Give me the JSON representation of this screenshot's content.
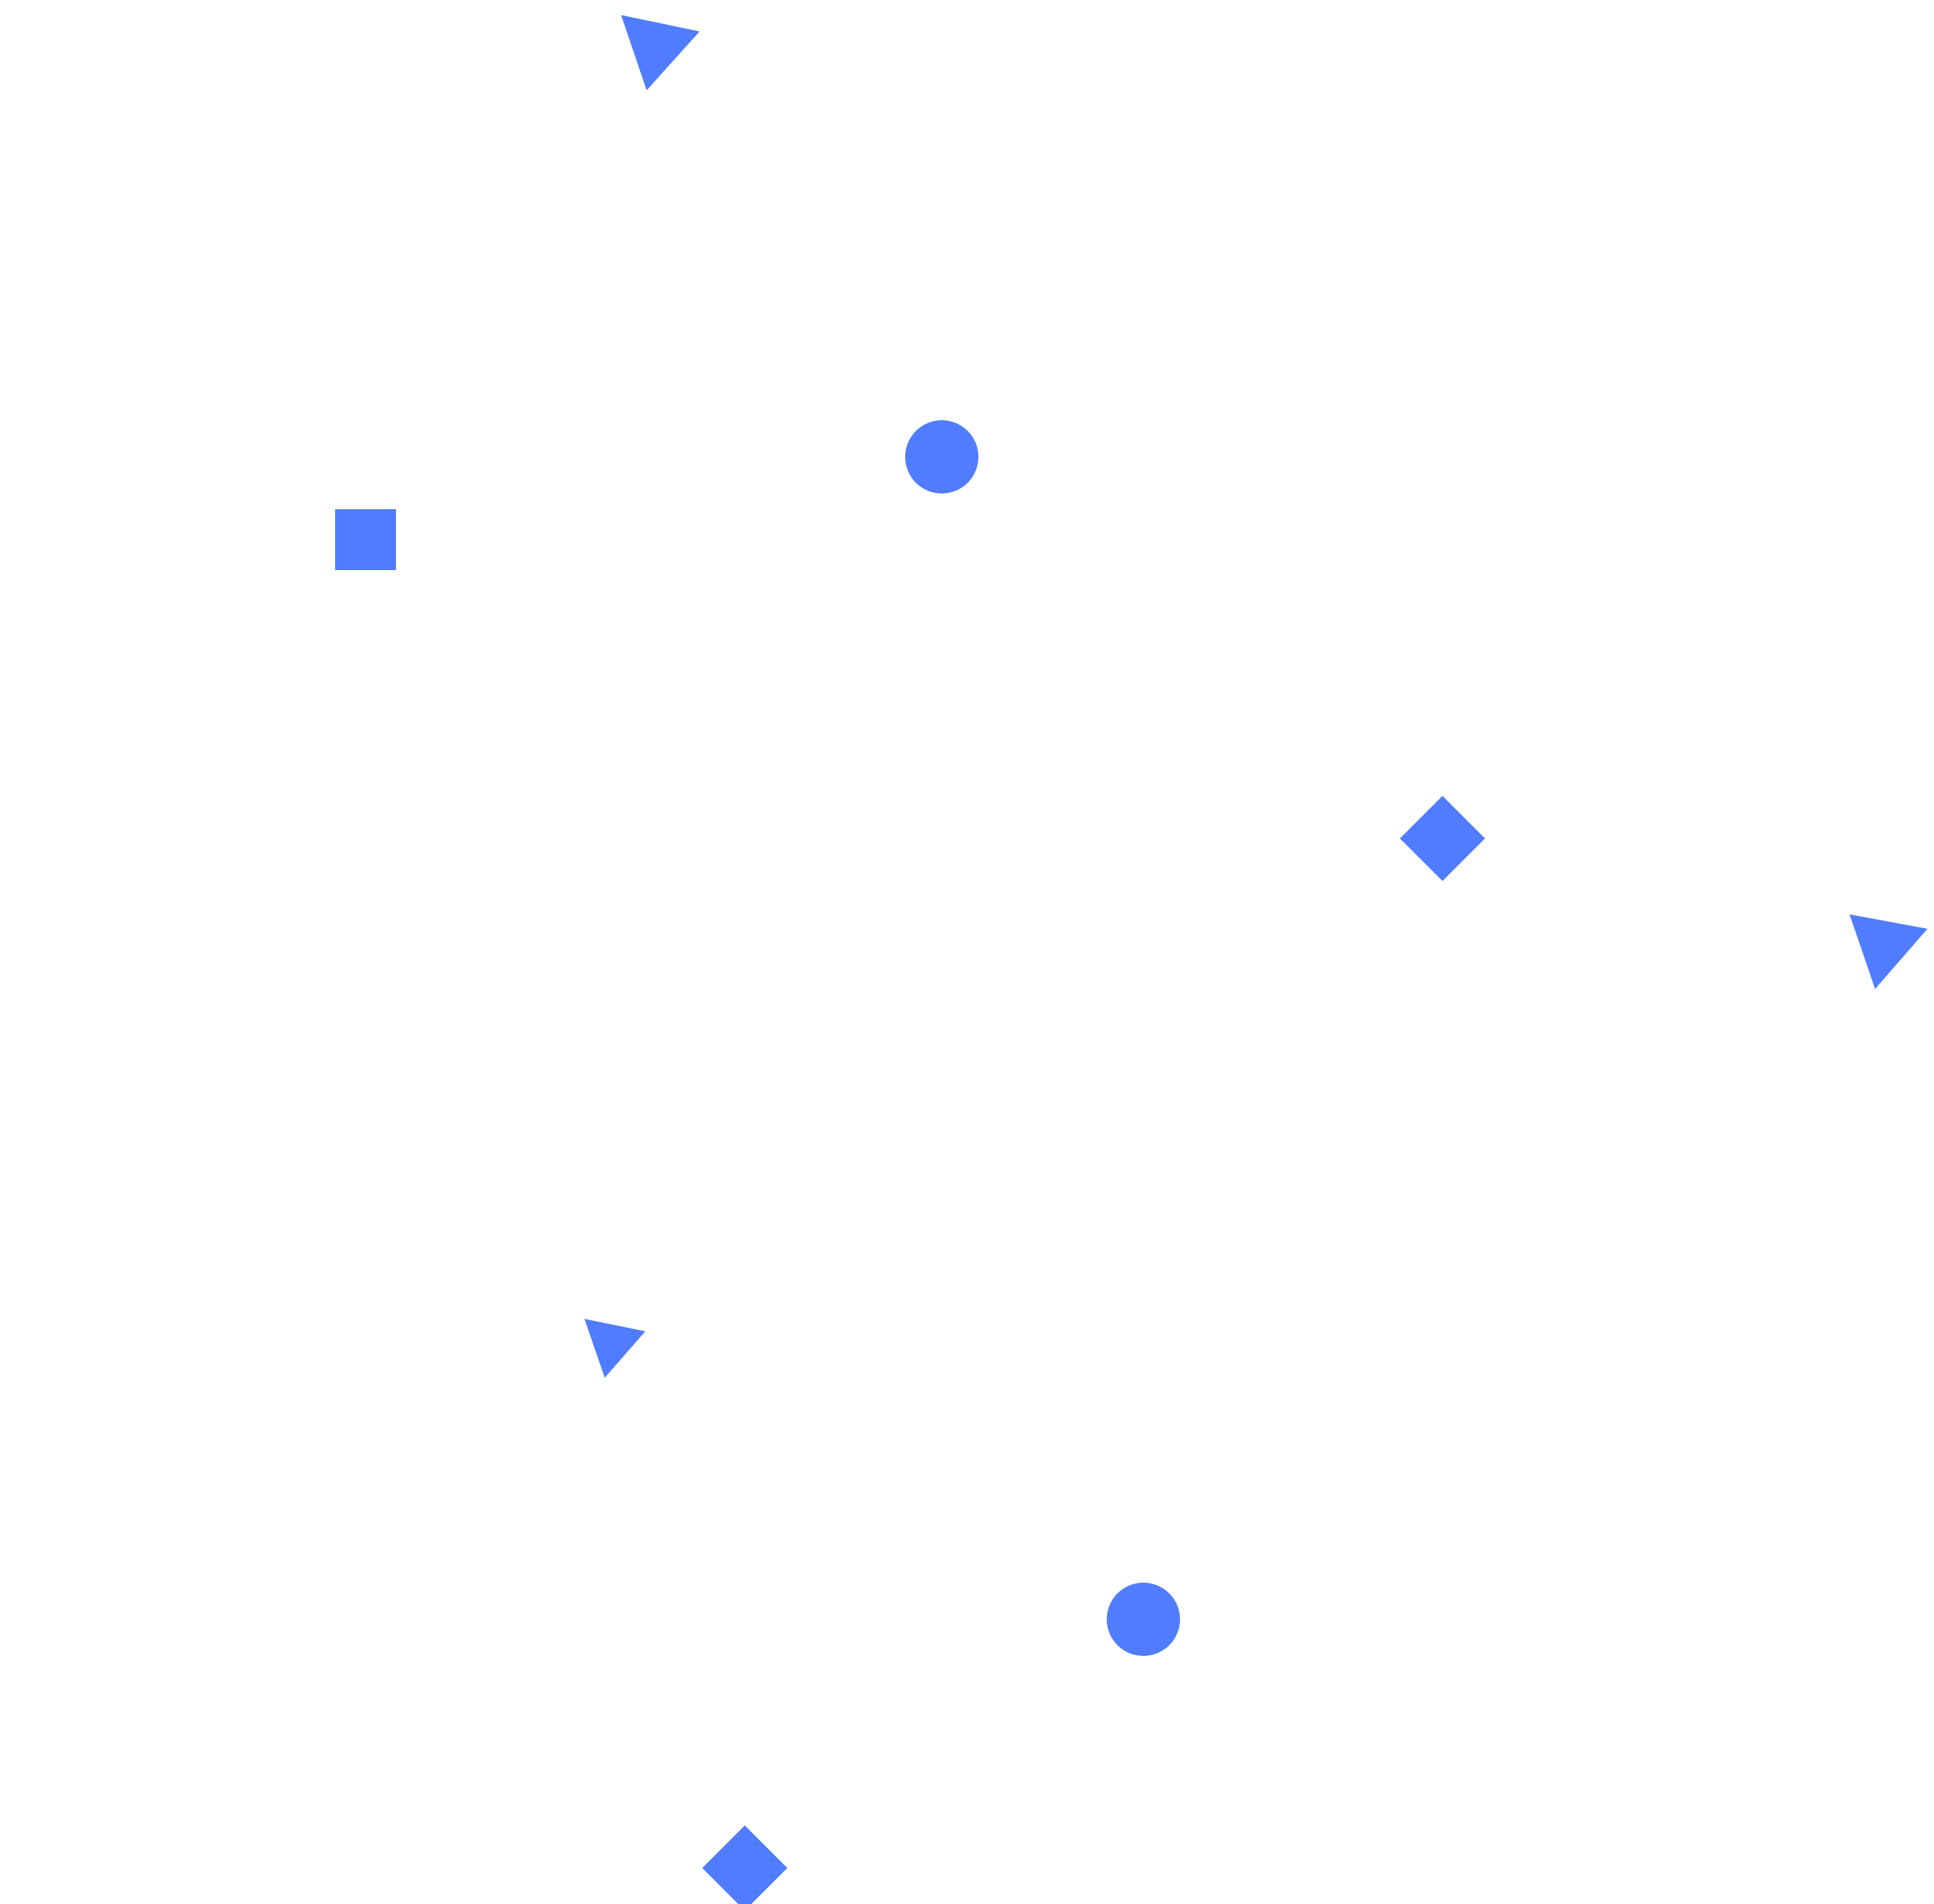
{
  "canvas": {
    "background": "#ffffff"
  },
  "palette": {
    "shape_fill": "#507dff"
  },
  "shapes": [
    {
      "kind": "triangle",
      "name": "triangle-shape"
    },
    {
      "kind": "circle",
      "name": "circle-shape"
    },
    {
      "kind": "square",
      "name": "square-shape"
    },
    {
      "kind": "diamond",
      "name": "diamond-shape"
    },
    {
      "kind": "triangle",
      "name": "triangle-shape"
    },
    {
      "kind": "triangle",
      "name": "triangle-shape"
    },
    {
      "kind": "circle",
      "name": "circle-shape"
    },
    {
      "kind": "diamond",
      "name": "diamond-shape"
    }
  ]
}
